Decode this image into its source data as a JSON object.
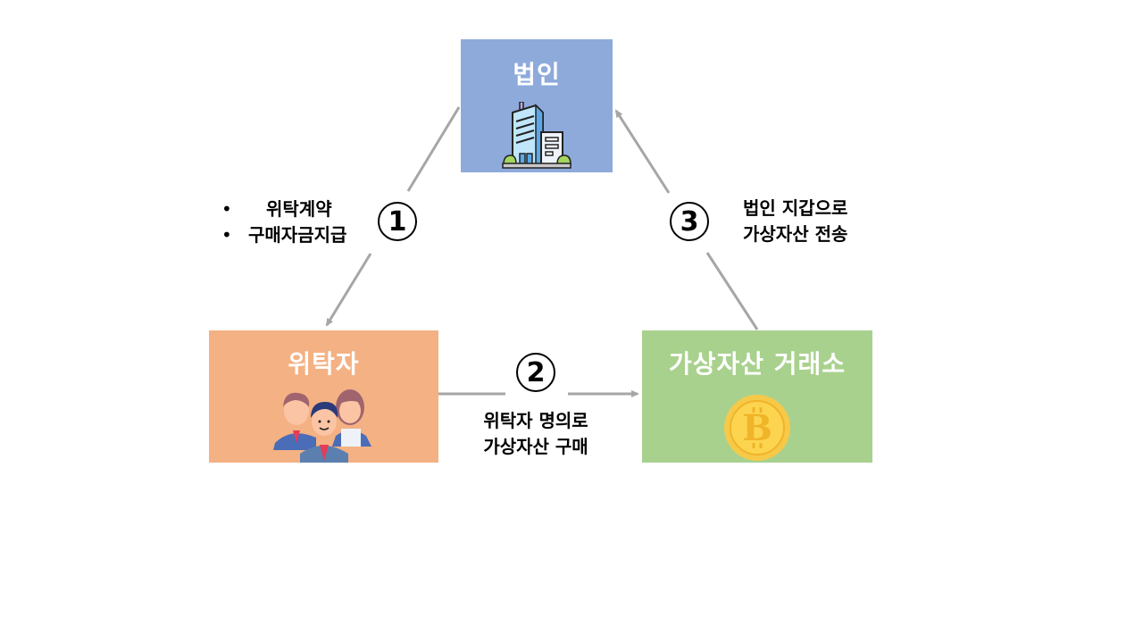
{
  "diagram": {
    "nodes": {
      "corp": {
        "title": "법인",
        "icon": "office-building-icon",
        "color": "#8eaadb"
      },
      "trustor": {
        "title": "위탁자",
        "icon": "people-group-icon",
        "color": "#f4b183"
      },
      "exchange": {
        "title": "가상자산 거래소",
        "icon": "bitcoin-coin-icon",
        "color": "#a9d18e"
      }
    },
    "steps": [
      {
        "number": "1",
        "from": "corp",
        "to": "trustor",
        "lines": [
          "위탁계약",
          "구매자금지급"
        ],
        "style": "bulleted"
      },
      {
        "number": "2",
        "from": "trustor",
        "to": "exchange",
        "lines": [
          "위탁자 명의로",
          "가상자산 구매"
        ],
        "style": "plain"
      },
      {
        "number": "3",
        "from": "exchange",
        "to": "corp",
        "lines": [
          "법인 지갑으로",
          "가상자산 전송"
        ],
        "style": "plain"
      }
    ],
    "arrow_color": "#a6a6a6"
  }
}
